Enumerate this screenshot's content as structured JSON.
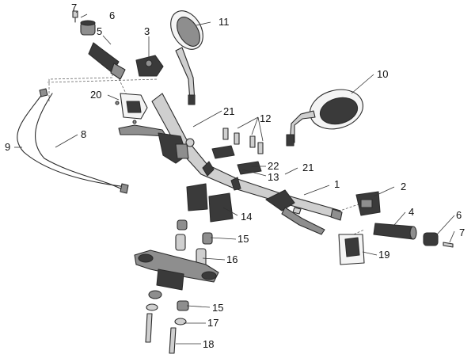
{
  "callouts": [
    {
      "id": "c1",
      "text": "1"
    },
    {
      "id": "c2",
      "text": "2"
    },
    {
      "id": "c3",
      "text": "3"
    },
    {
      "id": "c4",
      "text": "4"
    },
    {
      "id": "c5",
      "text": "5"
    },
    {
      "id": "c6a",
      "text": "6"
    },
    {
      "id": "c6b",
      "text": "6"
    },
    {
      "id": "c7a",
      "text": "7"
    },
    {
      "id": "c7b",
      "text": "7"
    },
    {
      "id": "c8",
      "text": "8"
    },
    {
      "id": "c9",
      "text": "9"
    },
    {
      "id": "c10",
      "text": "10"
    },
    {
      "id": "c11",
      "text": "11"
    },
    {
      "id": "c12",
      "text": "12"
    },
    {
      "id": "c13",
      "text": "13"
    },
    {
      "id": "c14",
      "text": "14"
    },
    {
      "id": "c15a",
      "text": "15"
    },
    {
      "id": "c15b",
      "text": "15"
    },
    {
      "id": "c16",
      "text": "16"
    },
    {
      "id": "c17",
      "text": "17"
    },
    {
      "id": "c18",
      "text": "18"
    },
    {
      "id": "c19",
      "text": "19"
    },
    {
      "id": "c20",
      "text": "20"
    },
    {
      "id": "c21a",
      "text": "21"
    },
    {
      "id": "c21b",
      "text": "21"
    },
    {
      "id": "c22",
      "text": "22"
    }
  ]
}
